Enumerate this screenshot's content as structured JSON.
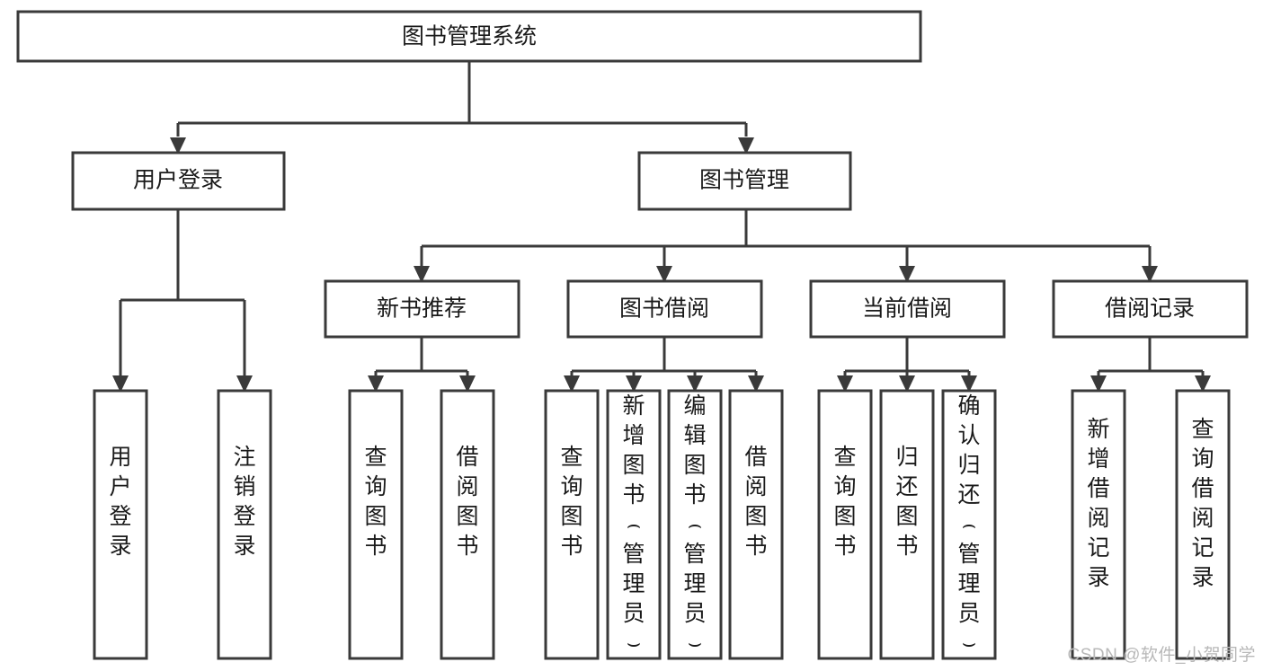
{
  "diagram": {
    "type": "tree-hierarchy-diagram",
    "title_node": {
      "id": "root",
      "label": "图书管理系统",
      "level": 0,
      "orientation": "horizontal"
    },
    "level1": [
      {
        "id": "user-login",
        "label": "用户登录",
        "orientation": "horizontal"
      },
      {
        "id": "book-management",
        "label": "图书管理",
        "orientation": "horizontal"
      }
    ],
    "level2": [
      {
        "id": "new-book-recommend",
        "label": "新书推荐",
        "parent": "book-management",
        "orientation": "horizontal"
      },
      {
        "id": "book-borrow",
        "label": "图书借阅",
        "parent": "book-management",
        "orientation": "horizontal"
      },
      {
        "id": "current-borrow",
        "label": "当前借阅",
        "parent": "book-management",
        "orientation": "horizontal"
      },
      {
        "id": "borrow-record",
        "label": "借阅记录",
        "parent": "book-management",
        "orientation": "horizontal"
      }
    ],
    "leaves": [
      {
        "id": "leaf-user-login",
        "label": "用户登录",
        "parent": "user-login",
        "orientation": "vertical"
      },
      {
        "id": "leaf-logout-login",
        "label": "注销登录",
        "parent": "user-login",
        "orientation": "vertical"
      },
      {
        "id": "leaf-query-book-1",
        "label": "查询图书",
        "parent": "new-book-recommend",
        "orientation": "vertical"
      },
      {
        "id": "leaf-borrow-book-1",
        "label": "借阅图书",
        "parent": "new-book-recommend",
        "orientation": "vertical"
      },
      {
        "id": "leaf-query-book-2",
        "label": "查询图书",
        "parent": "book-borrow",
        "orientation": "vertical"
      },
      {
        "id": "leaf-add-book",
        "label": "新增图书（管理员）",
        "parent": "book-borrow",
        "orientation": "vertical"
      },
      {
        "id": "leaf-edit-book",
        "label": "编辑图书（管理员）",
        "parent": "book-borrow",
        "orientation": "vertical"
      },
      {
        "id": "leaf-borrow-book-2",
        "label": "借阅图书",
        "parent": "book-borrow",
        "orientation": "vertical"
      },
      {
        "id": "leaf-query-book-3",
        "label": "查询图书",
        "parent": "current-borrow",
        "orientation": "vertical"
      },
      {
        "id": "leaf-return-book",
        "label": "归还图书",
        "parent": "current-borrow",
        "orientation": "vertical"
      },
      {
        "id": "leaf-confirm-return",
        "label": "确认归还（管理员）",
        "parent": "current-borrow",
        "orientation": "vertical"
      },
      {
        "id": "leaf-add-borrow-record",
        "label": "新增借阅记录",
        "parent": "borrow-record",
        "orientation": "vertical"
      },
      {
        "id": "leaf-query-borrow-record",
        "label": "查询借阅记录",
        "parent": "borrow-record",
        "orientation": "vertical"
      }
    ],
    "watermark": "CSDN @软件_小贺同学",
    "colors": {
      "stroke": "#3a3a3a",
      "box_fill": "#ffffff",
      "text": "#1a1a1a",
      "background": "#ffffff",
      "watermark": "#b8b8b8"
    }
  }
}
